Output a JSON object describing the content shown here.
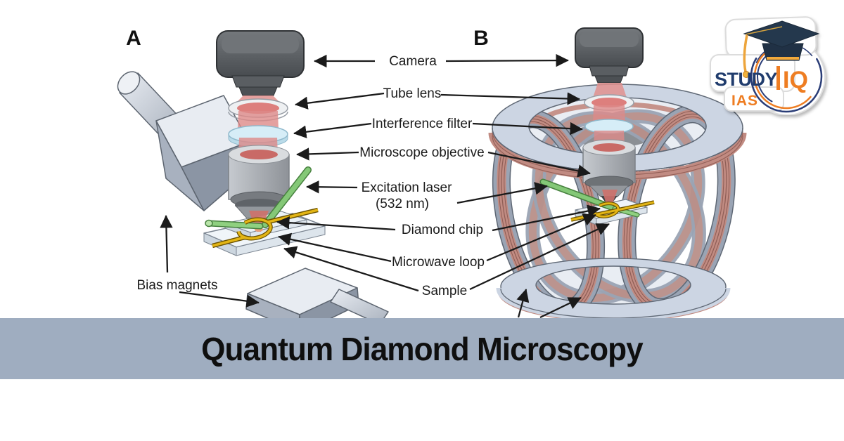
{
  "banner": {
    "title": "Quantum Diamond Microscopy",
    "bg_color": "#9fadc0",
    "text_color": "#0f0f0f"
  },
  "figure": {
    "panels": [
      {
        "id": "A",
        "label": "A"
      },
      {
        "id": "B",
        "label": "B"
      }
    ],
    "callouts": {
      "camera": "Camera",
      "tube_lens": "Tube lens",
      "interference_filter": "Interference filter",
      "microscope_objective": "Microscope objective",
      "excitation_laser": "Excitation laser",
      "excitation_laser_wavelength": "(532 nm)",
      "diamond_chip": "Diamond chip",
      "microwave_loop": "Microwave loop",
      "sample": "Sample",
      "bias_magnets": "Bias magnets"
    },
    "colors": {
      "beam_red": "#dd8a88",
      "laser_green": "#84c877",
      "microwave_gold": "#e3b515",
      "coil_copper": "#c18b82",
      "coil_body": "#ccd5e3",
      "metal_light": "#e8ecf2",
      "metal_dark": "#8b95a4",
      "camera_gray": "#55585c",
      "filter_blue": "#d6edf7"
    }
  },
  "logo": {
    "brand_top": "STUDY",
    "brand_mid": "IQ",
    "brand_bottom": "IAS",
    "navy": "#203c6d",
    "orange": "#ee7d22",
    "icon": "graduation-cap-icon"
  }
}
